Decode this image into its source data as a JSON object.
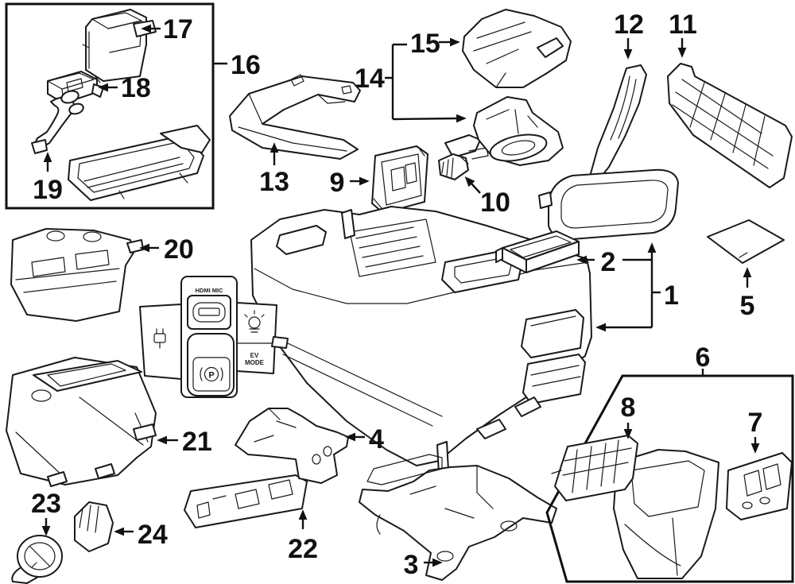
{
  "diagram": {
    "colors": {
      "line": "#1a1a1a",
      "background": "#ffffff",
      "callout_text": "#111111"
    },
    "callouts": {
      "c1": {
        "label": "1"
      },
      "c2": {
        "label": "2"
      },
      "c3": {
        "label": "3"
      },
      "c4": {
        "label": "4"
      },
      "c5": {
        "label": "5"
      },
      "c6": {
        "label": "6"
      },
      "c7": {
        "label": "7"
      },
      "c8": {
        "label": "8"
      },
      "c9": {
        "label": "9"
      },
      "c10": {
        "label": "10"
      },
      "c11": {
        "label": "11"
      },
      "c12": {
        "label": "12"
      },
      "c13": {
        "label": "13"
      },
      "c14": {
        "label": "14"
      },
      "c15": {
        "label": "15"
      },
      "c16": {
        "label": "16"
      },
      "c17": {
        "label": "17"
      },
      "c18": {
        "label": "18"
      },
      "c19": {
        "label": "19"
      },
      "c20": {
        "label": "20"
      },
      "c21": {
        "label": "21"
      },
      "c22": {
        "label": "22"
      },
      "c23": {
        "label": "23"
      },
      "c24": {
        "label": "24"
      }
    },
    "switch_panel": {
      "top_label": "HDMI MIC",
      "mode_line1": "EV",
      "mode_line2": "MODE",
      "park_letter": "P"
    }
  }
}
